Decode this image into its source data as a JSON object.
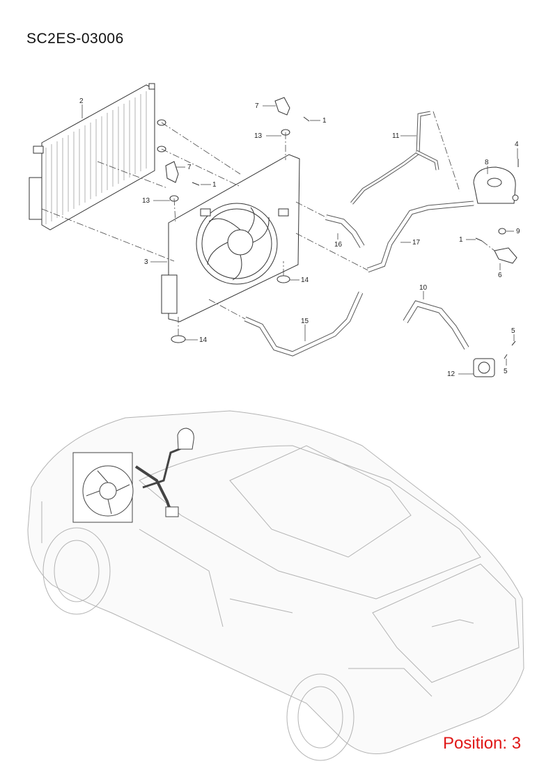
{
  "sheet": {
    "code": "SC2ES-03006"
  },
  "footer": {
    "position_label": "Position: 3",
    "position_color": "#e01818"
  },
  "callouts": {
    "c1a": "1",
    "c1b": "1",
    "c1c": "1",
    "c2": "2",
    "c3": "3",
    "c4": "4",
    "c5a": "5",
    "c5b": "5",
    "c6": "6",
    "c7a": "7",
    "c7b": "7",
    "c8": "8",
    "c9": "9",
    "c10": "10",
    "c11": "11",
    "c12": "12",
    "c13a": "13",
    "c13b": "13",
    "c14a": "14",
    "c14b": "14",
    "c15": "15",
    "c16": "16",
    "c17": "17"
  },
  "icons": [
    "radiator",
    "fan-shroud",
    "expansion-tank",
    "hose",
    "bracket",
    "bolt",
    "grommet",
    "water-pump",
    "car-outline"
  ]
}
